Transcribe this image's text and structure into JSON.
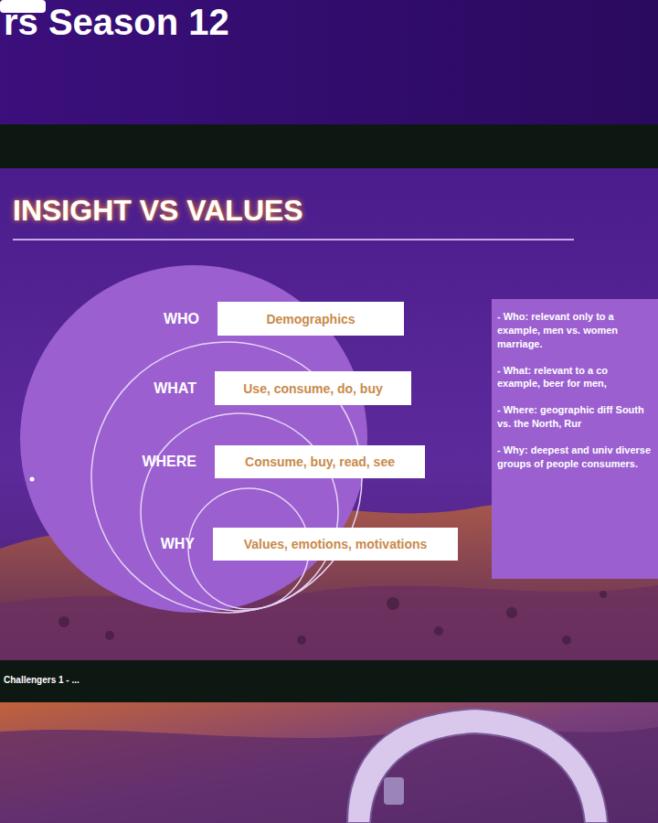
{
  "diagram": {
    "title": "INSIGHT VS VALUES",
    "nodes": [
      {
        "text": [
          "WHO",
          "Demographics"
        ]
      },
      {
        "text": [
          "WHAT",
          "Use, consume, do, buy"
        ]
      },
      {
        "text": [
          "WHERE",
          "Consume, buy, read, see"
        ]
      },
      {
        "text": [
          "WHY",
          "Values, emotions, motivations"
        ]
      },
      {
        "text": [
          "- Who: relevant only to a example, men vs. women marriage.",
          "- What: relevant to a co example, beer for men,",
          "- Where: geographic diff South vs. the North, Rur",
          "- Why: deepest and univ diverse groups of people consumers."
        ]
      }
    ],
    "labels": [
      "rs Season 12",
      "Challengers 1 - ..."
    ]
  }
}
